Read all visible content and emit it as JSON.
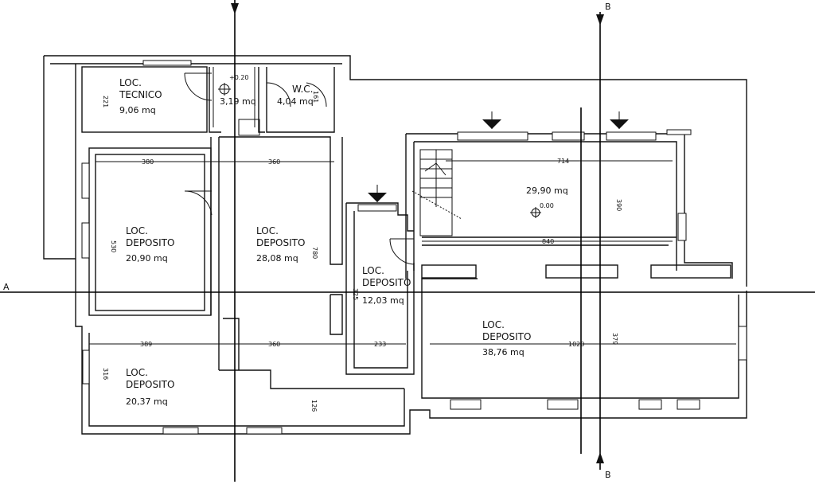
{
  "rooms": {
    "tecnico": {
      "name1": "LOC.",
      "name2": "TECNICO",
      "area": "9,06 mq"
    },
    "hall": {
      "area": "3,19 mq"
    },
    "wc": {
      "name1": "W.C.",
      "area": "4,04 mq"
    },
    "dep1": {
      "name1": "LOC.",
      "name2": "DEPOSITO",
      "area": "20,90 mq"
    },
    "dep2": {
      "name1": "LOC.",
      "name2": "DEPOSITO",
      "area": "28,08 mq"
    },
    "dep3": {
      "name1": "LOC.",
      "name2": "DEPOSITO",
      "area": "12,03 mq"
    },
    "big": {
      "area": "29,90 mq"
    },
    "dep4": {
      "name1": "LOC.",
      "name2": "DEPOSITO",
      "area": "38,76 mq"
    },
    "dep5": {
      "name1": "LOC.",
      "name2": "DEPOSITO",
      "area": "20,37 mq"
    }
  },
  "levels": {
    "hall": "+0.20",
    "big": "0.00"
  },
  "dimensions": {
    "d380": "380",
    "d360a": "360",
    "d714": "714",
    "d530": "530",
    "d780": "780",
    "d390": "390",
    "d840": "840",
    "d325": "325",
    "d389": "389",
    "d360b": "360",
    "d233": "233",
    "d1020": "1020",
    "d379": "379",
    "d316": "316",
    "d126": "126",
    "d221": "221",
    "d161": "161"
  },
  "sections": {
    "b_top": "B",
    "b_bottom": "B",
    "a_left": "A"
  }
}
